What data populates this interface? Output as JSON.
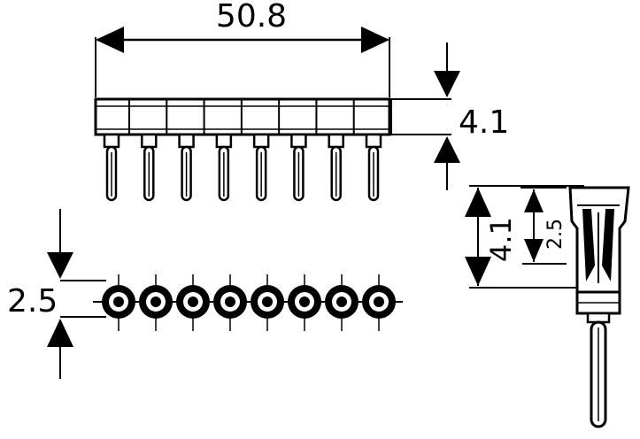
{
  "dimensions": {
    "width_label": "50.8",
    "height_label": "4.1",
    "pitch_label": "2.5",
    "side_outer_label": "4.1",
    "side_inner_label": "2.5"
  },
  "diagram": {
    "pin_count": 8,
    "ink_color": "#000000",
    "paper_color": "#ffffff"
  }
}
